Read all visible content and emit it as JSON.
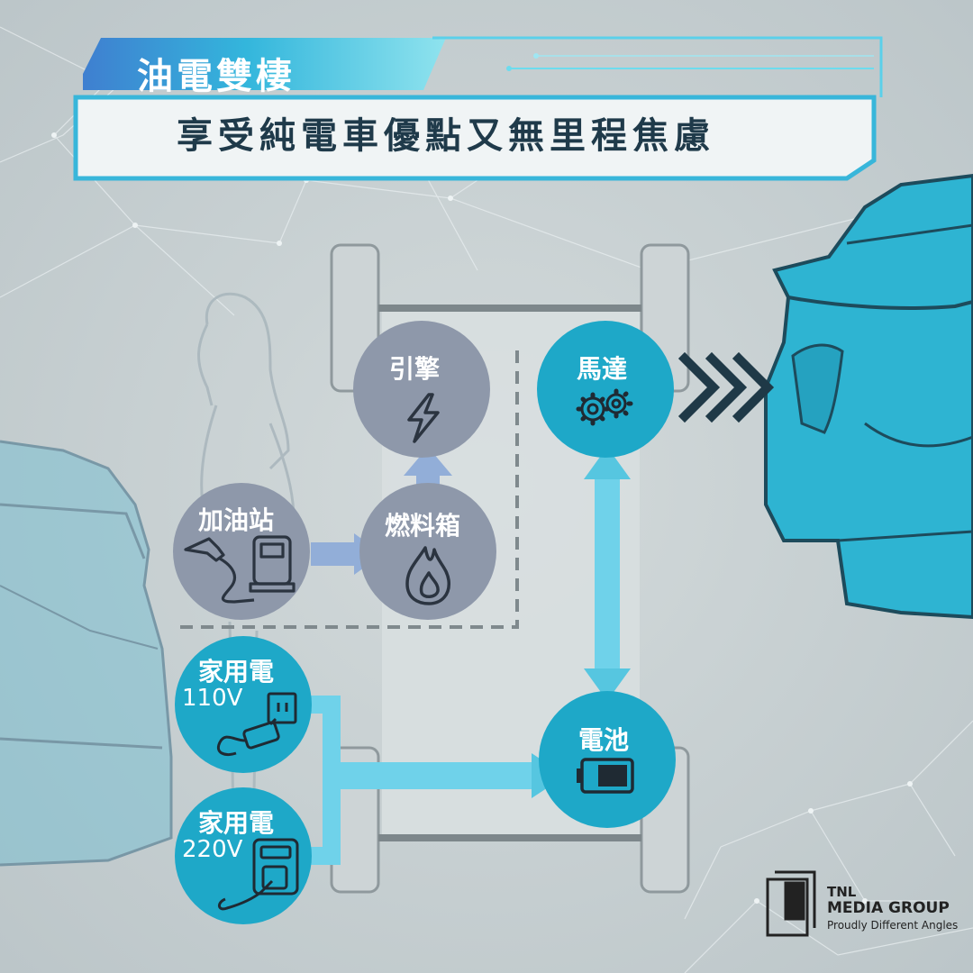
{
  "header": {
    "title": "油電雙棲",
    "subtitle": "享受純電車優點又無里程焦慮"
  },
  "nodes": {
    "engine": {
      "label": "引擎"
    },
    "fuel_tank": {
      "label": "燃料箱"
    },
    "gas_station": {
      "label": "加油站"
    },
    "motor": {
      "label": "馬達"
    },
    "battery": {
      "label": "電池"
    },
    "home_110": {
      "label": "家用電",
      "voltage": "110V"
    },
    "home_220": {
      "label": "家用電",
      "voltage": "220V"
    }
  },
  "icons": {
    "engine": "lightning-icon",
    "fuel_tank": "flame-icon",
    "gas_station": "fuel-pump-icon",
    "motor": "gears-icon",
    "battery": "battery-icon",
    "home_110": "plug-socket-icon",
    "home_220": "charger-plug-icon",
    "drive": "chevrons-right-icon"
  },
  "colors": {
    "electric": "#1ea8c8",
    "fuel": "#8e98aa",
    "electric_arrow": "#6fd2ea",
    "fuel_arrow": "#92aed8",
    "car": "#2eb4d2"
  },
  "brand": {
    "line1": "TNL",
    "line2": "MEDIA GROUP",
    "line3": "Proudly Different Angles"
  }
}
